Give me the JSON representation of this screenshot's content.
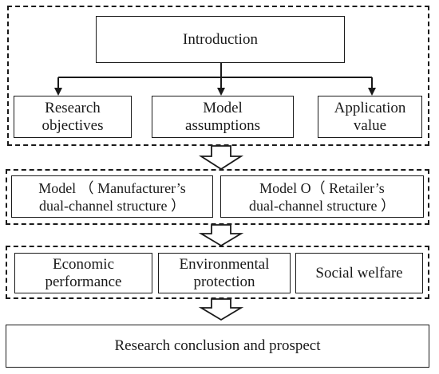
{
  "sections": {
    "introduction": {
      "title": "Introduction",
      "items": [
        {
          "line1": "Research",
          "line2": "objectives"
        },
        {
          "line1": "Model",
          "line2": "assumptions"
        },
        {
          "line1": "Application",
          "line2": "value"
        }
      ]
    },
    "models": {
      "items": [
        {
          "line1": "Model （ Manufacturer’s",
          "line2": "dual-channel structure ）"
        },
        {
          "line1": "Model O（ Retailer’s",
          "line2": "dual-channel structure ）"
        }
      ]
    },
    "analysis": {
      "items": [
        {
          "line1": "Economic",
          "line2": "performance"
        },
        {
          "line1": "Environmental",
          "line2": "protection"
        },
        {
          "line1": "Social welfare",
          "line2": ""
        }
      ]
    },
    "conclusion": {
      "title": "Research conclusion and prospect"
    }
  }
}
